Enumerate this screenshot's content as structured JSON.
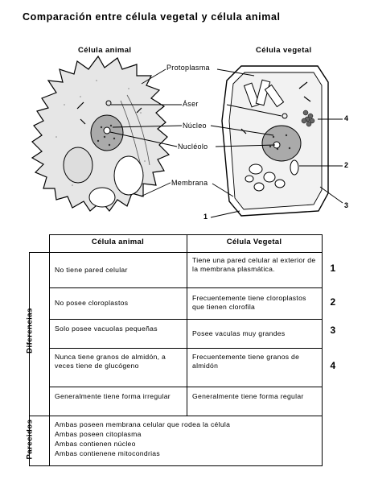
{
  "title": "Comparación entre célula vegetal y célula animal",
  "diagram": {
    "caption_animal": "Célula animal",
    "caption_plant": "Célula vegetal",
    "labels": {
      "protoplasma": "Protoplasma",
      "aser": "Áser",
      "nucleo": "Núcleo",
      "nucleolo": "Nucléolo",
      "membrana": "Membrana"
    },
    "numbers": {
      "n1": "1",
      "n2": "2",
      "n3": "3",
      "n4": "4"
    }
  },
  "table": {
    "col_animal": "Célula animal",
    "col_plant": "Célula Vegetal",
    "section_diff": "Diferencias",
    "section_same": "Parecidos",
    "rows": [
      {
        "animal": "No tiene pared celular",
        "plant": "Tiene una pared celular al exterior de la membrana plasmática.",
        "num": "1"
      },
      {
        "animal": "No posee cloroplastos",
        "plant": "Frecuentemente tiene cloroplastos que tienen clorofila",
        "num": "2"
      },
      {
        "animal": "Solo posee vacuolas pequeñas",
        "plant": "Posee vaculas muy grandes",
        "num": "3"
      },
      {
        "animal": "Nunca tiene granos de almidón, a veces tiene de glucógeno",
        "plant": "Frecuentemente tiene granos de almidón",
        "num": "4"
      },
      {
        "animal": "Generalmente tiene forma irregular",
        "plant": "Generalmente tiene forma regular",
        "num": ""
      }
    ],
    "similarities": [
      "Ambas poseen membrana celular que rodea la célula",
      "Ambas poseen citoplasma",
      "Ambas contienen núcleo",
      "Ambas contienene mitocondrias"
    ]
  }
}
